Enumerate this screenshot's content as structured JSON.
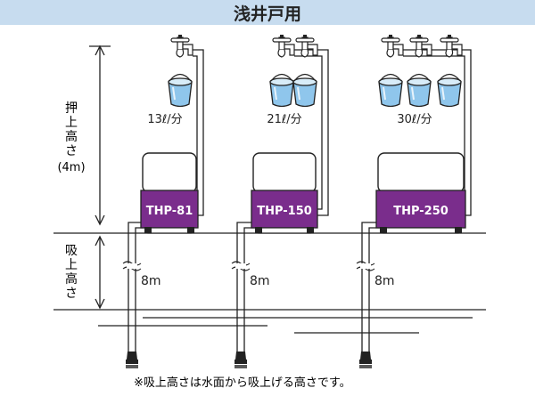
{
  "title": "浅井戸用",
  "labels": {
    "push_height_vertical": [
      "押",
      "上",
      "高",
      "さ"
    ],
    "push_height_value": "(4m)",
    "suction_height_vertical": [
      "吸",
      "上",
      "高",
      "さ"
    ]
  },
  "pumps": [
    {
      "model": "THP-81",
      "flow": "13ℓ/分",
      "faucets": 1,
      "depth": "8m"
    },
    {
      "model": "THP-150",
      "flow": "21ℓ/分",
      "faucets": 2,
      "depth": "8m"
    },
    {
      "model": "THP-250",
      "flow": "30ℓ/分",
      "faucets": 3,
      "depth": "8m"
    }
  ],
  "footnote": "※吸上高さは水面から吸上げる高さです。",
  "colors": {
    "pump_body": "#7a2d8c",
    "pump_label": "#ffffff",
    "bucket": "#8fc6ec",
    "pipe_outline": "#333333",
    "title_bar": "#c7dcef",
    "text": "#222222"
  }
}
